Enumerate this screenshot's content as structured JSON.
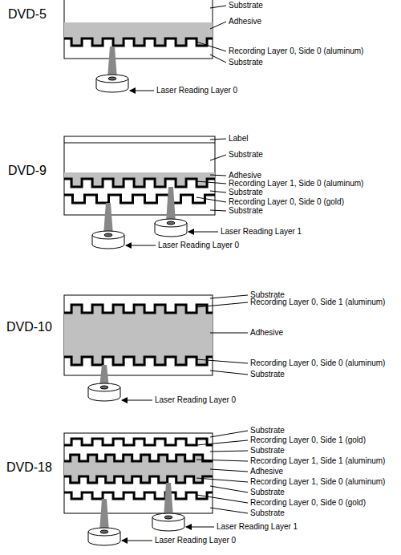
{
  "diagram": {
    "labels": [
      "DVD-5",
      "Substrate",
      "Adhesive",
      "Recording Layer 0, Side 0 (aluminum)",
      "Substrate",
      "Laser Reading Layer 0",
      "Label",
      "Substrate",
      "DVD-9",
      "Adhesive",
      "Recording Layer 1, Side 0 (aluminum)",
      "Substrate",
      "Recording Layer 0, Side 0 (gold)",
      "Substrate",
      "Laser Reading Layer 1",
      "Laser Reading Layer 0",
      "Substrate",
      "Recording Layer 0, Side 1 (aluminum)",
      "DVD-10",
      "Adhesive",
      "Recording Layer 0, Side 0 (aluminum)",
      "Substrate",
      "Laser Reading Layer 0",
      "Substrate",
      "Recording Layer 0, Side 1 (gold)",
      "Substrate",
      "Recording Layer 1, Side 1 (aluminum)",
      "DVD-18",
      "Adhesive",
      "Recording Layer 1, Side 0 (aluminum)",
      "Substrate",
      "Recording Layer 0, Side 0 (gold)",
      "Substrate",
      "Laser Reading Layer 1",
      "Laser Reading Layer 0"
    ]
  }
}
